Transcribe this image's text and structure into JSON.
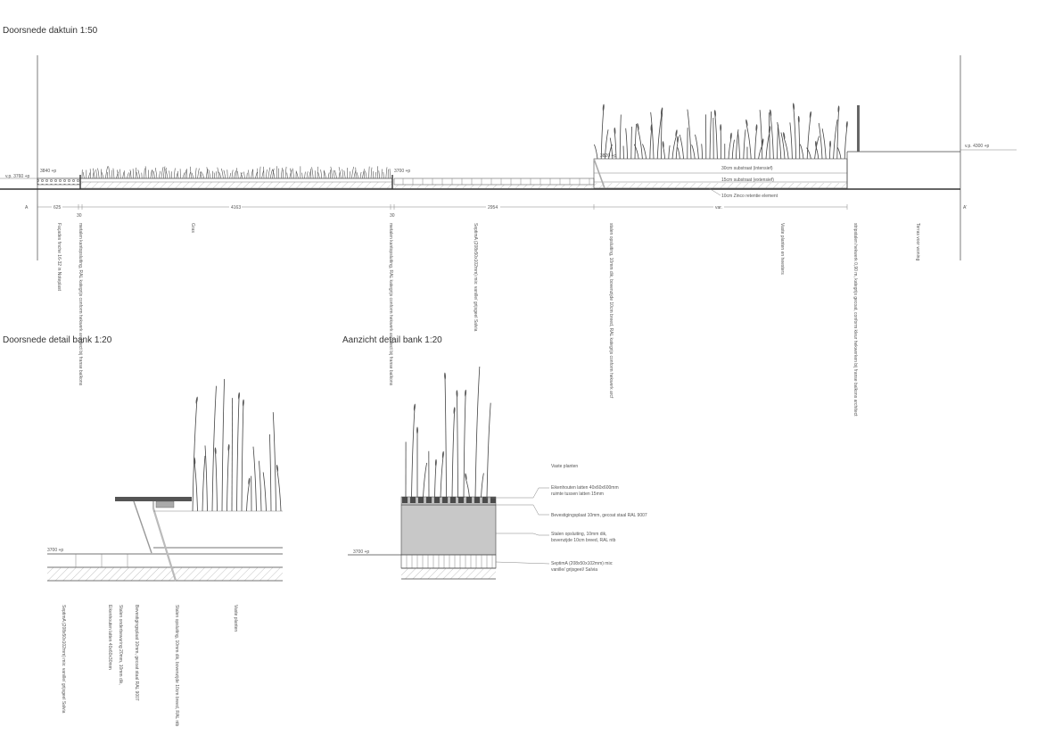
{
  "titles": {
    "section": "Doorsnede daktuin 1:50",
    "bench_section": "Doorsnede detail bank 1:20",
    "bench_elevation": "Aanzicht detail bank 1:20"
  },
  "section": {
    "level_left": "v.p. 3760 +p",
    "level_3840": "3840 +p",
    "level_3700": "3700 +p",
    "level_3820": "3820 +p",
    "level_right": "v.p. 4300 +p",
    "marker_a": "A",
    "marker_a_prime": "A'",
    "dims": [
      "625",
      "4163",
      "2954",
      "var."
    ],
    "dim_30_a": "30",
    "dim_30_b": "30",
    "layer_intensive": "30cm substraat (intensief)",
    "layer_extensive": "15cm substraat (extensief)",
    "layer_zinco": "10cm Zinco retentie element",
    "notes": [
      "Façades finche 16-32 in Noteplast",
      "metalen kantopsluiting, RAL kategrijs conform hekwerk architect bij franse balkons",
      "Gras",
      "metalen kantopsluiting, RAL kategrijs conform hekwerk architect bij franse balkons",
      "SeptimA (208x50x102mm) mix: vanille/ grijsgeel Salvia",
      "stalen opsluiting, 10mm dik, bovenzijde 10cm breed, RAL kategrijs conform hekwerk arcf",
      "Vaste planten en heesters",
      "stripstalen hekwerk 0,90 m, kategrijs gecoat, conform kleur hekwerken bij franse balkons architect",
      "Terras voor woning"
    ]
  },
  "bench_section": {
    "level": "3700 +p",
    "notes": [
      "SeptimA (208x50x102mm) mix: vanille/ grijsgeel Salvia",
      "Eikenhouten latten 40x60x30mm",
      "Stalen onderbewuring 20mm, 10mm dik,",
      "Bevestigingsplaat 10mm, gecoat staal RAL 9007",
      "Stalen opsluiting, 10mm dik, bovenzijde 10cm breed, RAL ntb",
      "Vaste planten"
    ]
  },
  "bench_elevation": {
    "level": "3700 +p",
    "label_plants": "Vaste planten",
    "callout_1a": "Eikenhouten latten 40x60x600mm",
    "callout_1b": "ruimte tussen latten 15mm",
    "callout_2": "Bevestigingsplaat 10mm, gecoat staal RAL 9007",
    "callout_3a": "Stalen opsluiting, 10mm dik,",
    "callout_3b": "bovenzijde 10cm breed, RAL ntb",
    "callout_4a": "SeptimA (208x50x102mm) mix:",
    "callout_4b": "vanille/ grijsgeel/ Salvia"
  },
  "colors": {
    "line": "#444444",
    "steel_fill": "#c8c8c8",
    "bench_fill": "#555555",
    "paper": "#ffffff"
  }
}
